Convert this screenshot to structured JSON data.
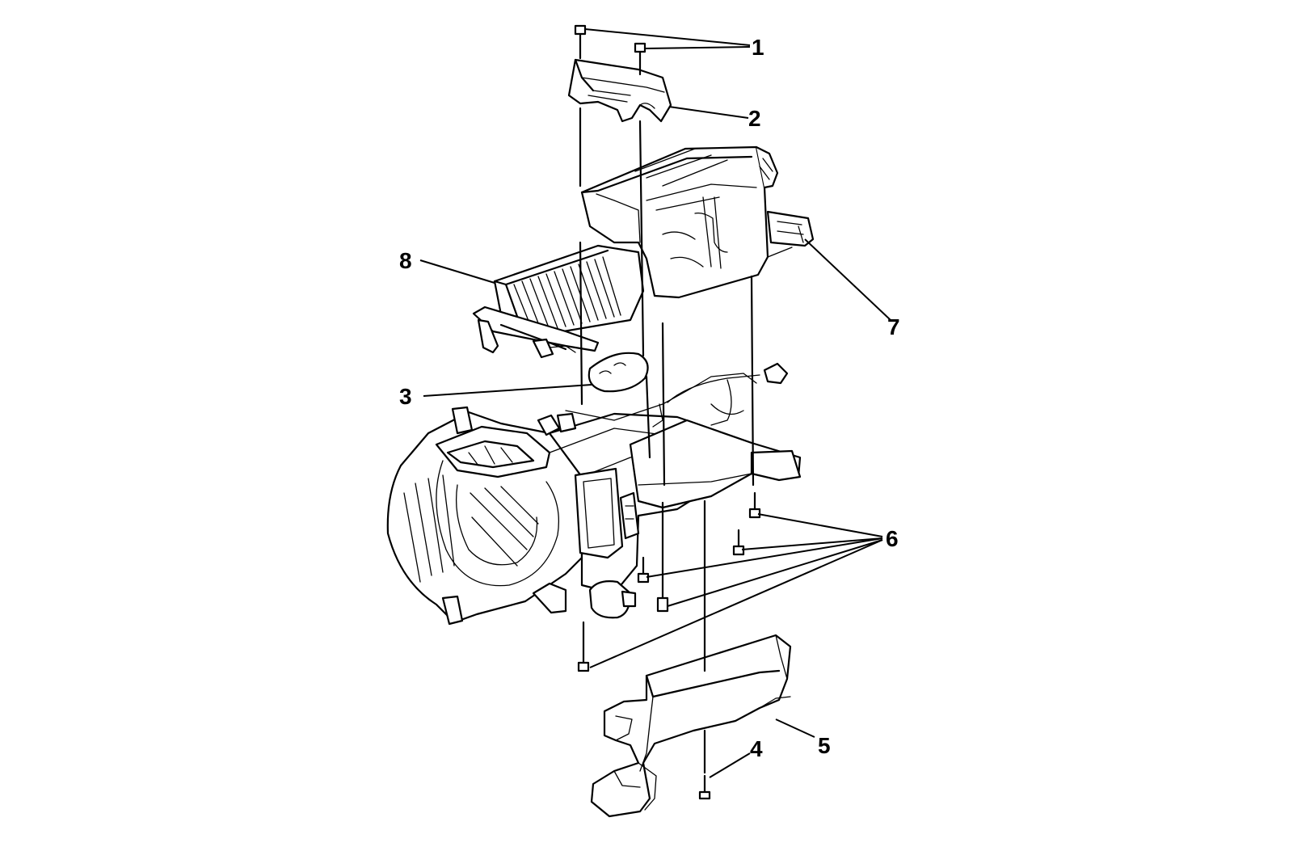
{
  "diagram": {
    "callouts": [
      {
        "id": "1",
        "text": "1",
        "part": "screws-upper"
      },
      {
        "id": "2",
        "text": "2",
        "part": "upper-duct-bracket"
      },
      {
        "id": "3",
        "text": "3",
        "part": "seal"
      },
      {
        "id": "4",
        "text": "4",
        "part": "screw-lower"
      },
      {
        "id": "5",
        "text": "5",
        "part": "lower-duct"
      },
      {
        "id": "6",
        "text": "6",
        "part": "screws-lower-case"
      },
      {
        "id": "7",
        "text": "7",
        "part": "upper-case-housing"
      },
      {
        "id": "8",
        "text": "8",
        "part": "evaporator-core"
      }
    ]
  }
}
